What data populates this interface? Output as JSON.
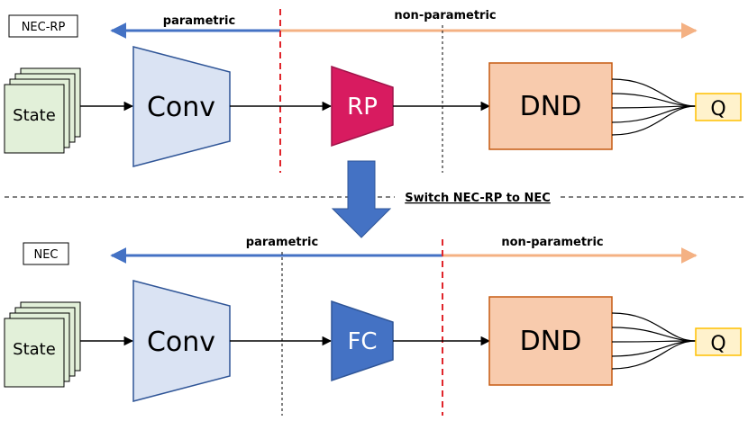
{
  "colors": {
    "parametric_arrow": "#4472c4",
    "nonparametric_arrow": "#f4b183",
    "split_line": "#e0252b",
    "state_fill": "#e2f0d9",
    "state_border": "#70ad47",
    "conv_fill": "#dae3f3",
    "conv_border": "#2f5597",
    "rp_fill": "#d81b60",
    "fc_fill": "#4472c4",
    "dnd_fill": "#f8cbad",
    "dnd_border": "#c55a11",
    "q_fill": "#fff2cc",
    "q_border": "#ffc000",
    "switch_arrow": "#4472c4"
  },
  "top": {
    "tag": "NEC-RP",
    "parametric_label": "parametric",
    "nonparametric_label": "non-parametric",
    "state_label": "State",
    "conv_label": "Conv",
    "projection_label": "RP",
    "memory_label": "DND",
    "output_label": "Q"
  },
  "switch": {
    "label": "Switch NEC-RP to NEC"
  },
  "bottom": {
    "tag": "NEC",
    "parametric_label": "parametric",
    "nonparametric_label": "non-parametric",
    "state_label": "State",
    "conv_label": "Conv",
    "projection_label": "FC",
    "memory_label": "DND",
    "output_label": "Q"
  }
}
